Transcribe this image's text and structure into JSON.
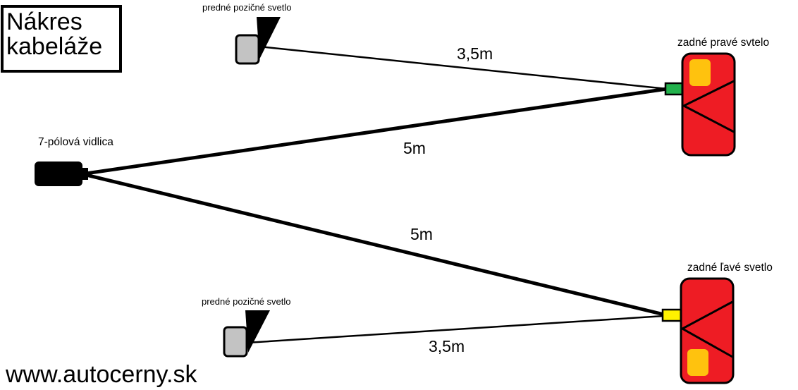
{
  "title": "Nákres\nkabeláže",
  "website": "www.autocerny.sk",
  "labels": {
    "plug": "7-pólová vidlica",
    "front_top": "predné pozičné svetlo",
    "front_bottom": "predné pozičné svetlo",
    "rear_right": "zadné pravé svtelo",
    "rear_left": "zadné ľavé svetlo"
  },
  "lengths": {
    "front_top_cable": "3,5m",
    "plug_to_right": "5m",
    "plug_to_left": "5m",
    "front_bottom_cable": "3,5m"
  },
  "colors": {
    "cable": "#000000",
    "lamp_body": "#ee1c24",
    "lamp_yellow": "#ffc20e",
    "front_lamp": "#c3c3c3",
    "connector_right": "#22b14c",
    "connector_left": "#fff200"
  }
}
